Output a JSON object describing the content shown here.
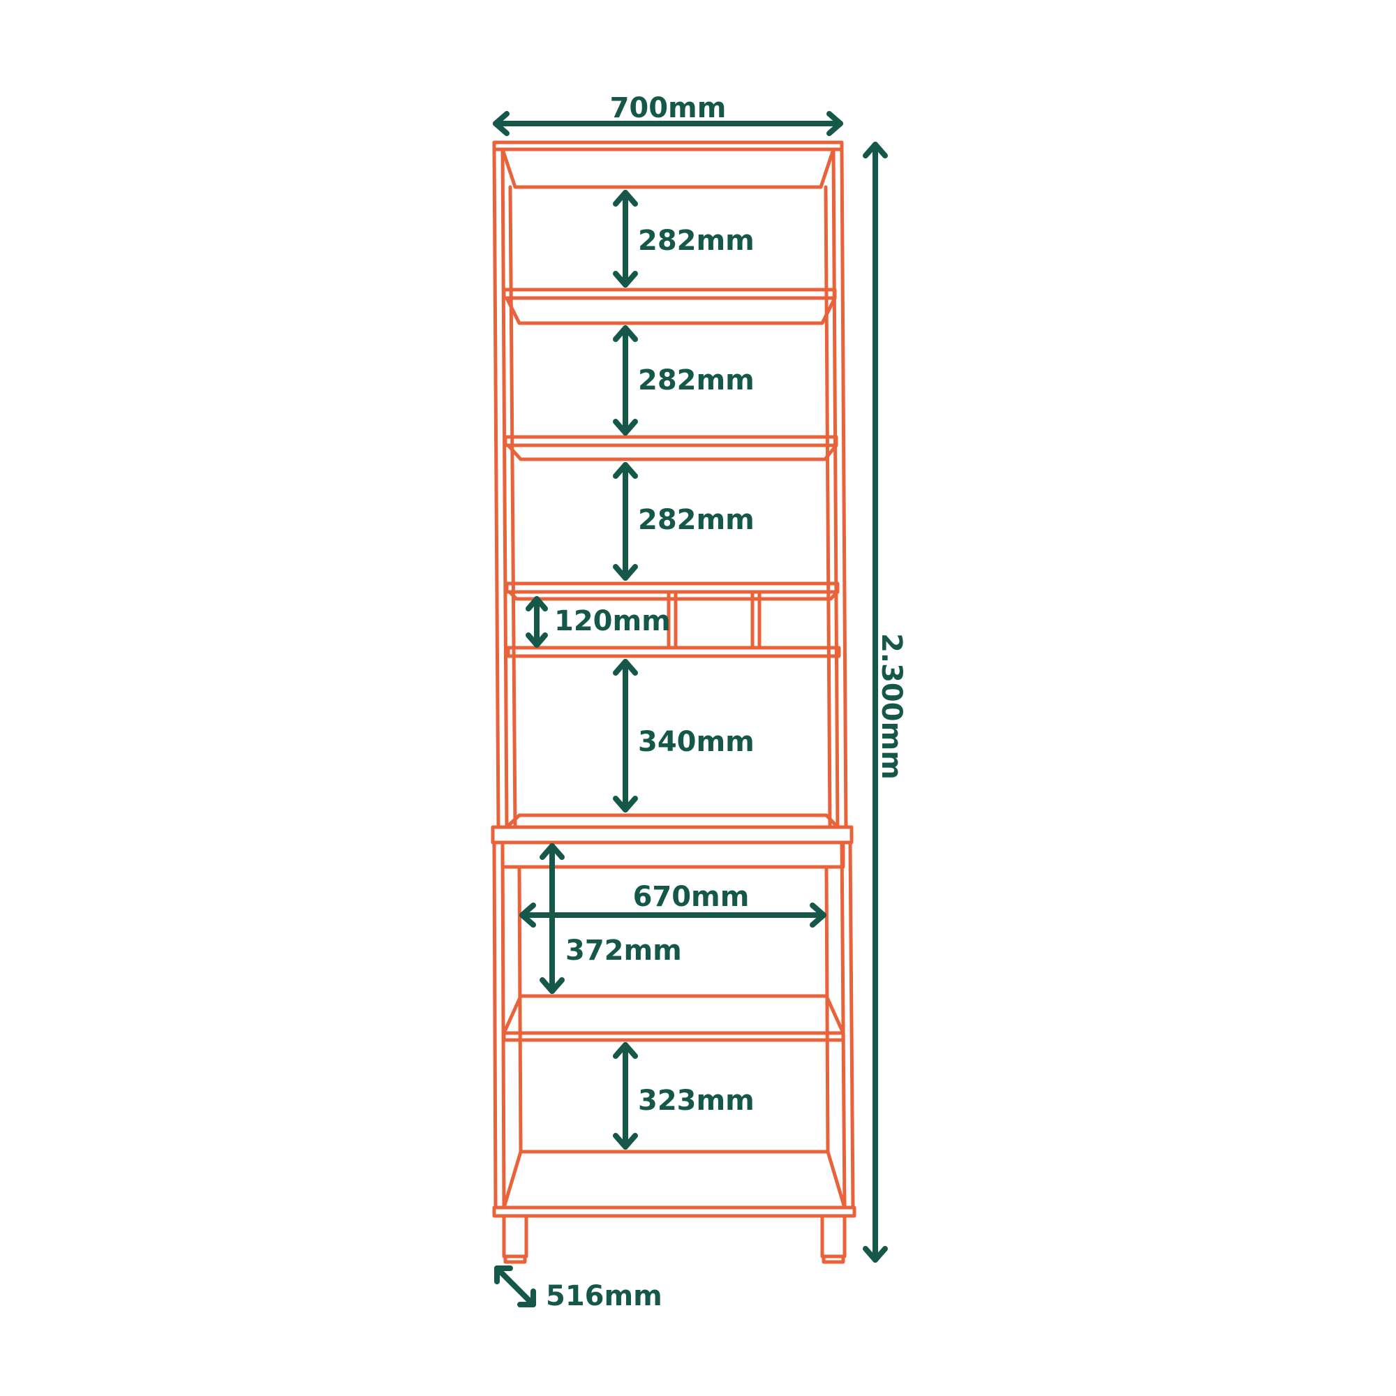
{
  "colors": {
    "frame": "#e8623a",
    "dimension": "#15584a",
    "background": "#ffffff"
  },
  "dimensions": {
    "overall_width": "700mm",
    "overall_height": "2.300mm",
    "depth": "516mm",
    "shelf_1_height": "282mm",
    "shelf_2_height": "282mm",
    "shelf_3_height": "282mm",
    "cubby_height": "120mm",
    "open_space_height": "340mm",
    "cabinet_inner_width": "670mm",
    "cabinet_inner_height": "372mm",
    "bottom_shelf_height": "323mm"
  }
}
